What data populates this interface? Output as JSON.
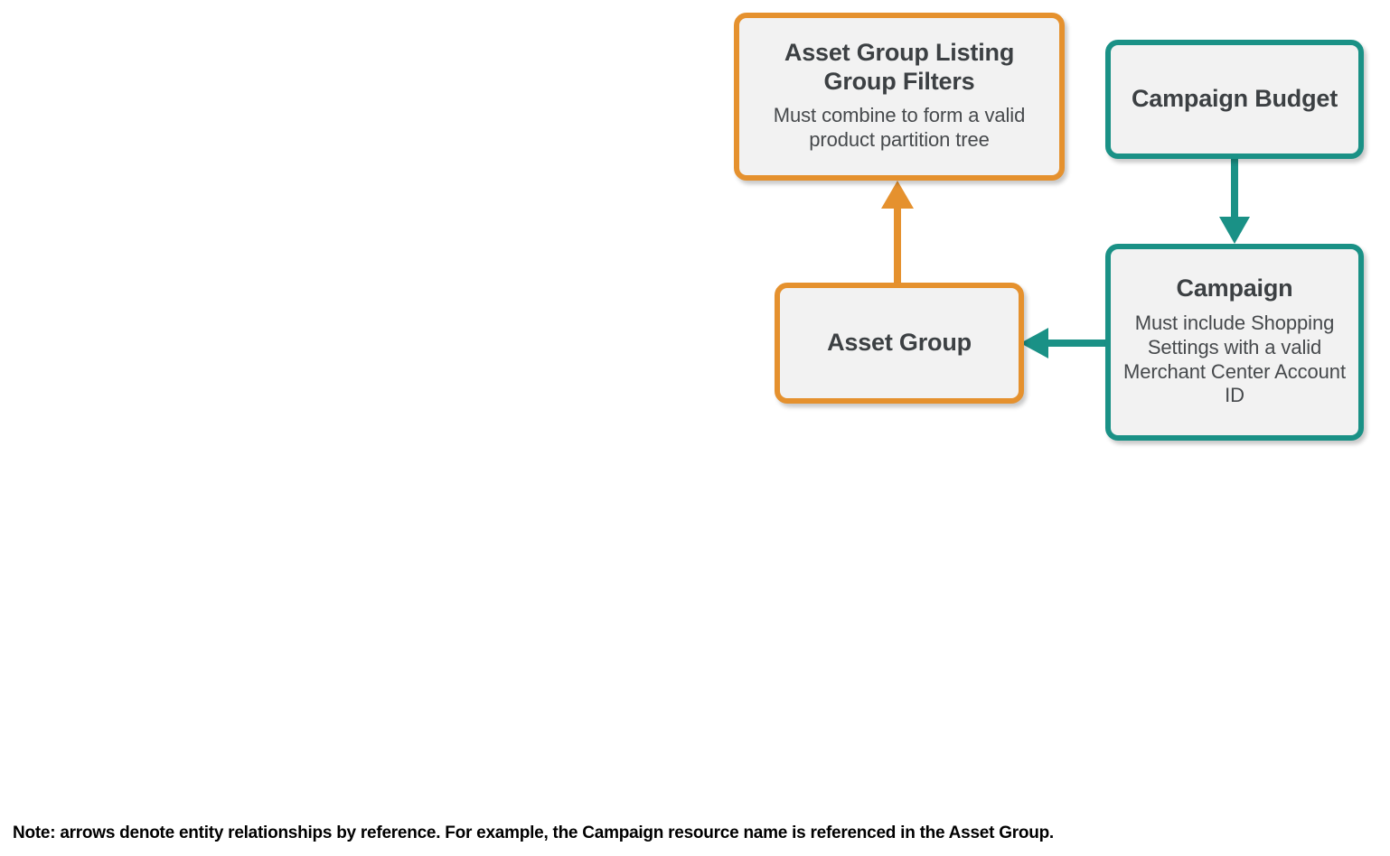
{
  "diagram": {
    "colors": {
      "orange": "#e5912e",
      "teal": "#1a9186",
      "node_fill": "#f2f2f2",
      "title_text": "#3c4043",
      "subtitle_text": "#46494c",
      "note_text": "#000000"
    },
    "nodes": [
      {
        "id": "asset-group-listing-group-filters",
        "title": "Asset Group Listing Group Filters",
        "subtitle": "Must combine to form a valid product partition tree",
        "color": "orange"
      },
      {
        "id": "campaign-budget",
        "title": "Campaign Budget",
        "subtitle": "",
        "color": "teal"
      },
      {
        "id": "asset-group",
        "title": "Asset Group",
        "subtitle": "",
        "color": "orange"
      },
      {
        "id": "campaign",
        "title": "Campaign",
        "subtitle": "Must include Shopping Settings with a valid Merchant Center Account ID",
        "color": "teal"
      }
    ],
    "edges": [
      {
        "id": "asset-group-to-listing-group-filters",
        "from": "asset-group",
        "to": "asset-group-listing-group-filters",
        "direction": "up",
        "color": "orange"
      },
      {
        "id": "campaign-budget-to-campaign",
        "from": "campaign-budget",
        "to": "campaign",
        "direction": "down",
        "color": "teal"
      },
      {
        "id": "campaign-to-asset-group",
        "from": "campaign",
        "to": "asset-group",
        "direction": "left",
        "color": "teal"
      }
    ],
    "note": "Note: arrows denote entity relationships by reference. For example, the Campaign resource name is referenced in the Asset Group."
  }
}
